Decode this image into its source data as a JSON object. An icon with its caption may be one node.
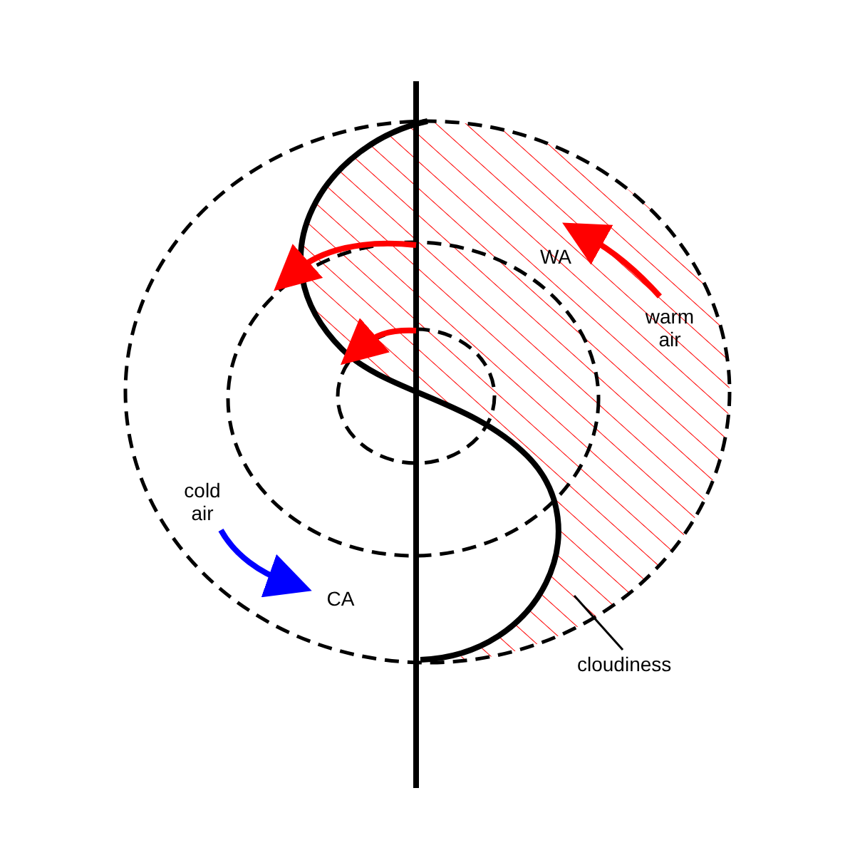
{
  "diagram": {
    "nodes": [
      {
        "text": [
          "cloudiness"
        ]
      },
      {
        "text": [],
        "shape": "area"
      }
    ],
    "edges": [
      {
        "from": 0,
        "to": 1,
        "arrow": "none"
      }
    ],
    "labels": [
      "WA",
      "warm air",
      "cold air",
      "CA"
    ]
  }
}
